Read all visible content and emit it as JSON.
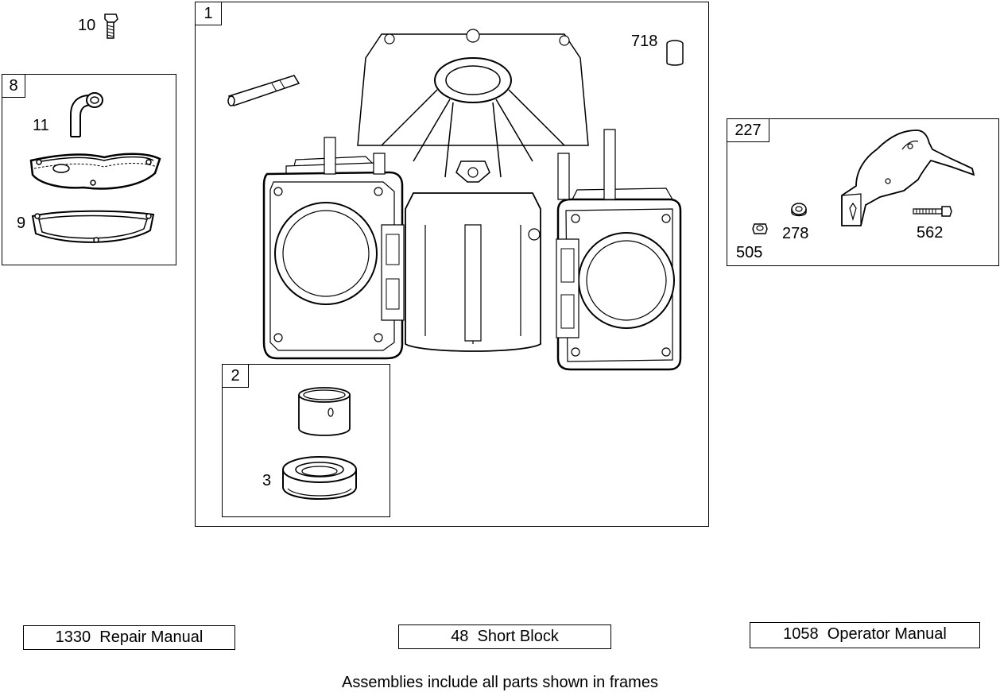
{
  "frames": {
    "main": {
      "tag": "1"
    },
    "left": {
      "tag": "8"
    },
    "bearing": {
      "tag": "2"
    },
    "bracket": {
      "tag": "227"
    }
  },
  "callouts": {
    "bolt": "10",
    "elbow": "11",
    "gasket": "9",
    "plug": "718",
    "seal": "3",
    "nut": "505",
    "washer": "278",
    "screw": "562"
  },
  "manuals": {
    "repair": "1330  Repair Manual",
    "short_block": "48  Short Block",
    "operator": "1058  Operator Manual"
  },
  "footer": "Assemblies include all parts shown in frames"
}
